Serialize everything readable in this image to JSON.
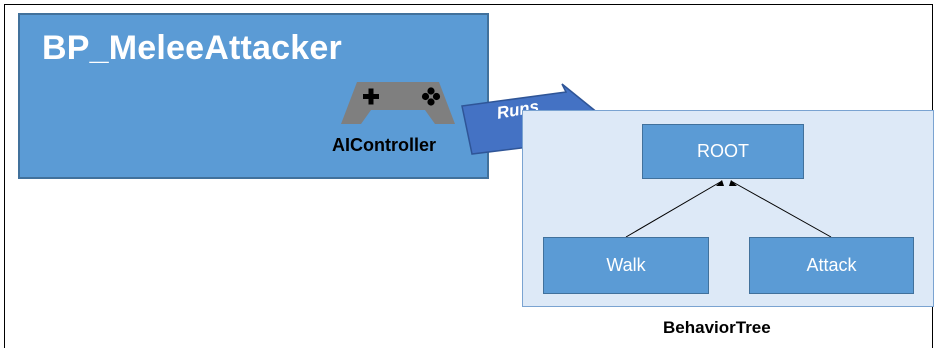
{
  "actor": {
    "title": "BP_MeleeAttacker"
  },
  "controller": {
    "label": "AIController",
    "icon": "gamepad-icon"
  },
  "connector": {
    "label": "Runs"
  },
  "behavior_tree": {
    "label": "BehaviorTree",
    "root": "ROOT",
    "children": [
      "Walk",
      "Attack"
    ]
  },
  "colors": {
    "node_fill": "#5b9bd5",
    "node_border": "#41719c",
    "tree_background": "#dde9f7",
    "controller_icon": "#7f7f7f"
  }
}
